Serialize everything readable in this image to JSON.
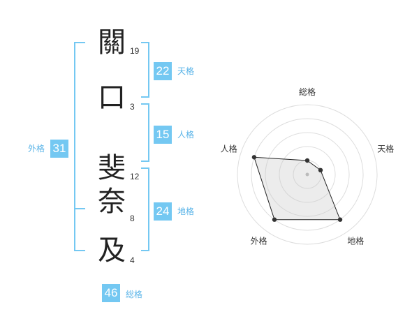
{
  "name_chars": [
    {
      "char": "關",
      "strokes": "19"
    },
    {
      "char": "口",
      "strokes": "3"
    },
    {
      "char": "斐",
      "strokes": "12"
    },
    {
      "char": "奈",
      "strokes": "8"
    },
    {
      "char": "及",
      "strokes": "4"
    }
  ],
  "kakusu": {
    "tenkaku": {
      "value": "22",
      "label": "天格"
    },
    "jinkaku": {
      "value": "15",
      "label": "人格"
    },
    "chikaku": {
      "value": "24",
      "label": "地格"
    },
    "gaikaku": {
      "value": "31",
      "label": "外格"
    },
    "soukaku": {
      "value": "46",
      "label": "総格"
    }
  },
  "accent_color": "#74c8f2",
  "chart_data": {
    "type": "radar",
    "axes": [
      "総格",
      "天格",
      "地格",
      "外格",
      "人格"
    ],
    "values": [
      1,
      1,
      4,
      4,
      4
    ],
    "rmax": 5
  }
}
